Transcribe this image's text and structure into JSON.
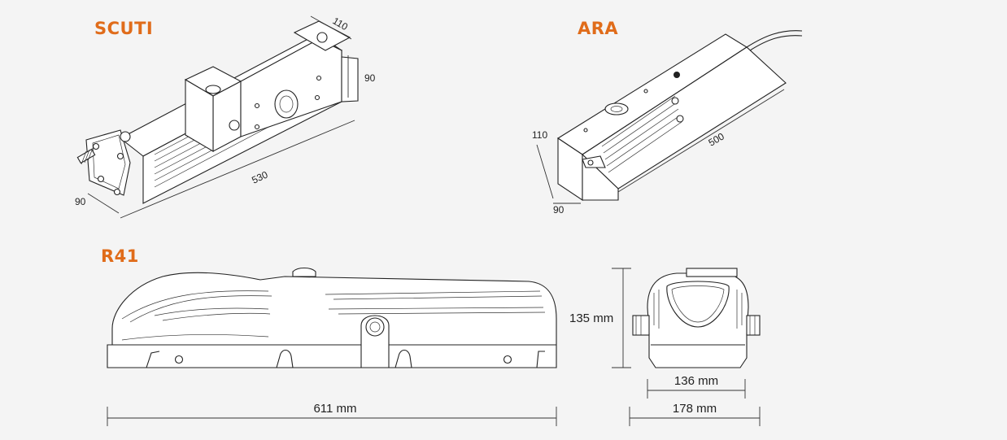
{
  "colors": {
    "accent": "#e06c1a",
    "line": "#222222",
    "background": "#f4f4f4"
  },
  "products": {
    "scuti": {
      "title": "SCUTI",
      "dims": {
        "width": "110",
        "height": "90",
        "length": "530",
        "depth": "90"
      }
    },
    "ara": {
      "title": "ARA",
      "dims": {
        "width": "110",
        "length": "500",
        "depth": "90"
      }
    },
    "r41": {
      "title": "R41",
      "dims": {
        "length": "611 mm",
        "height": "135 mm",
        "body_width": "136 mm",
        "total_width": "178 mm"
      }
    }
  }
}
